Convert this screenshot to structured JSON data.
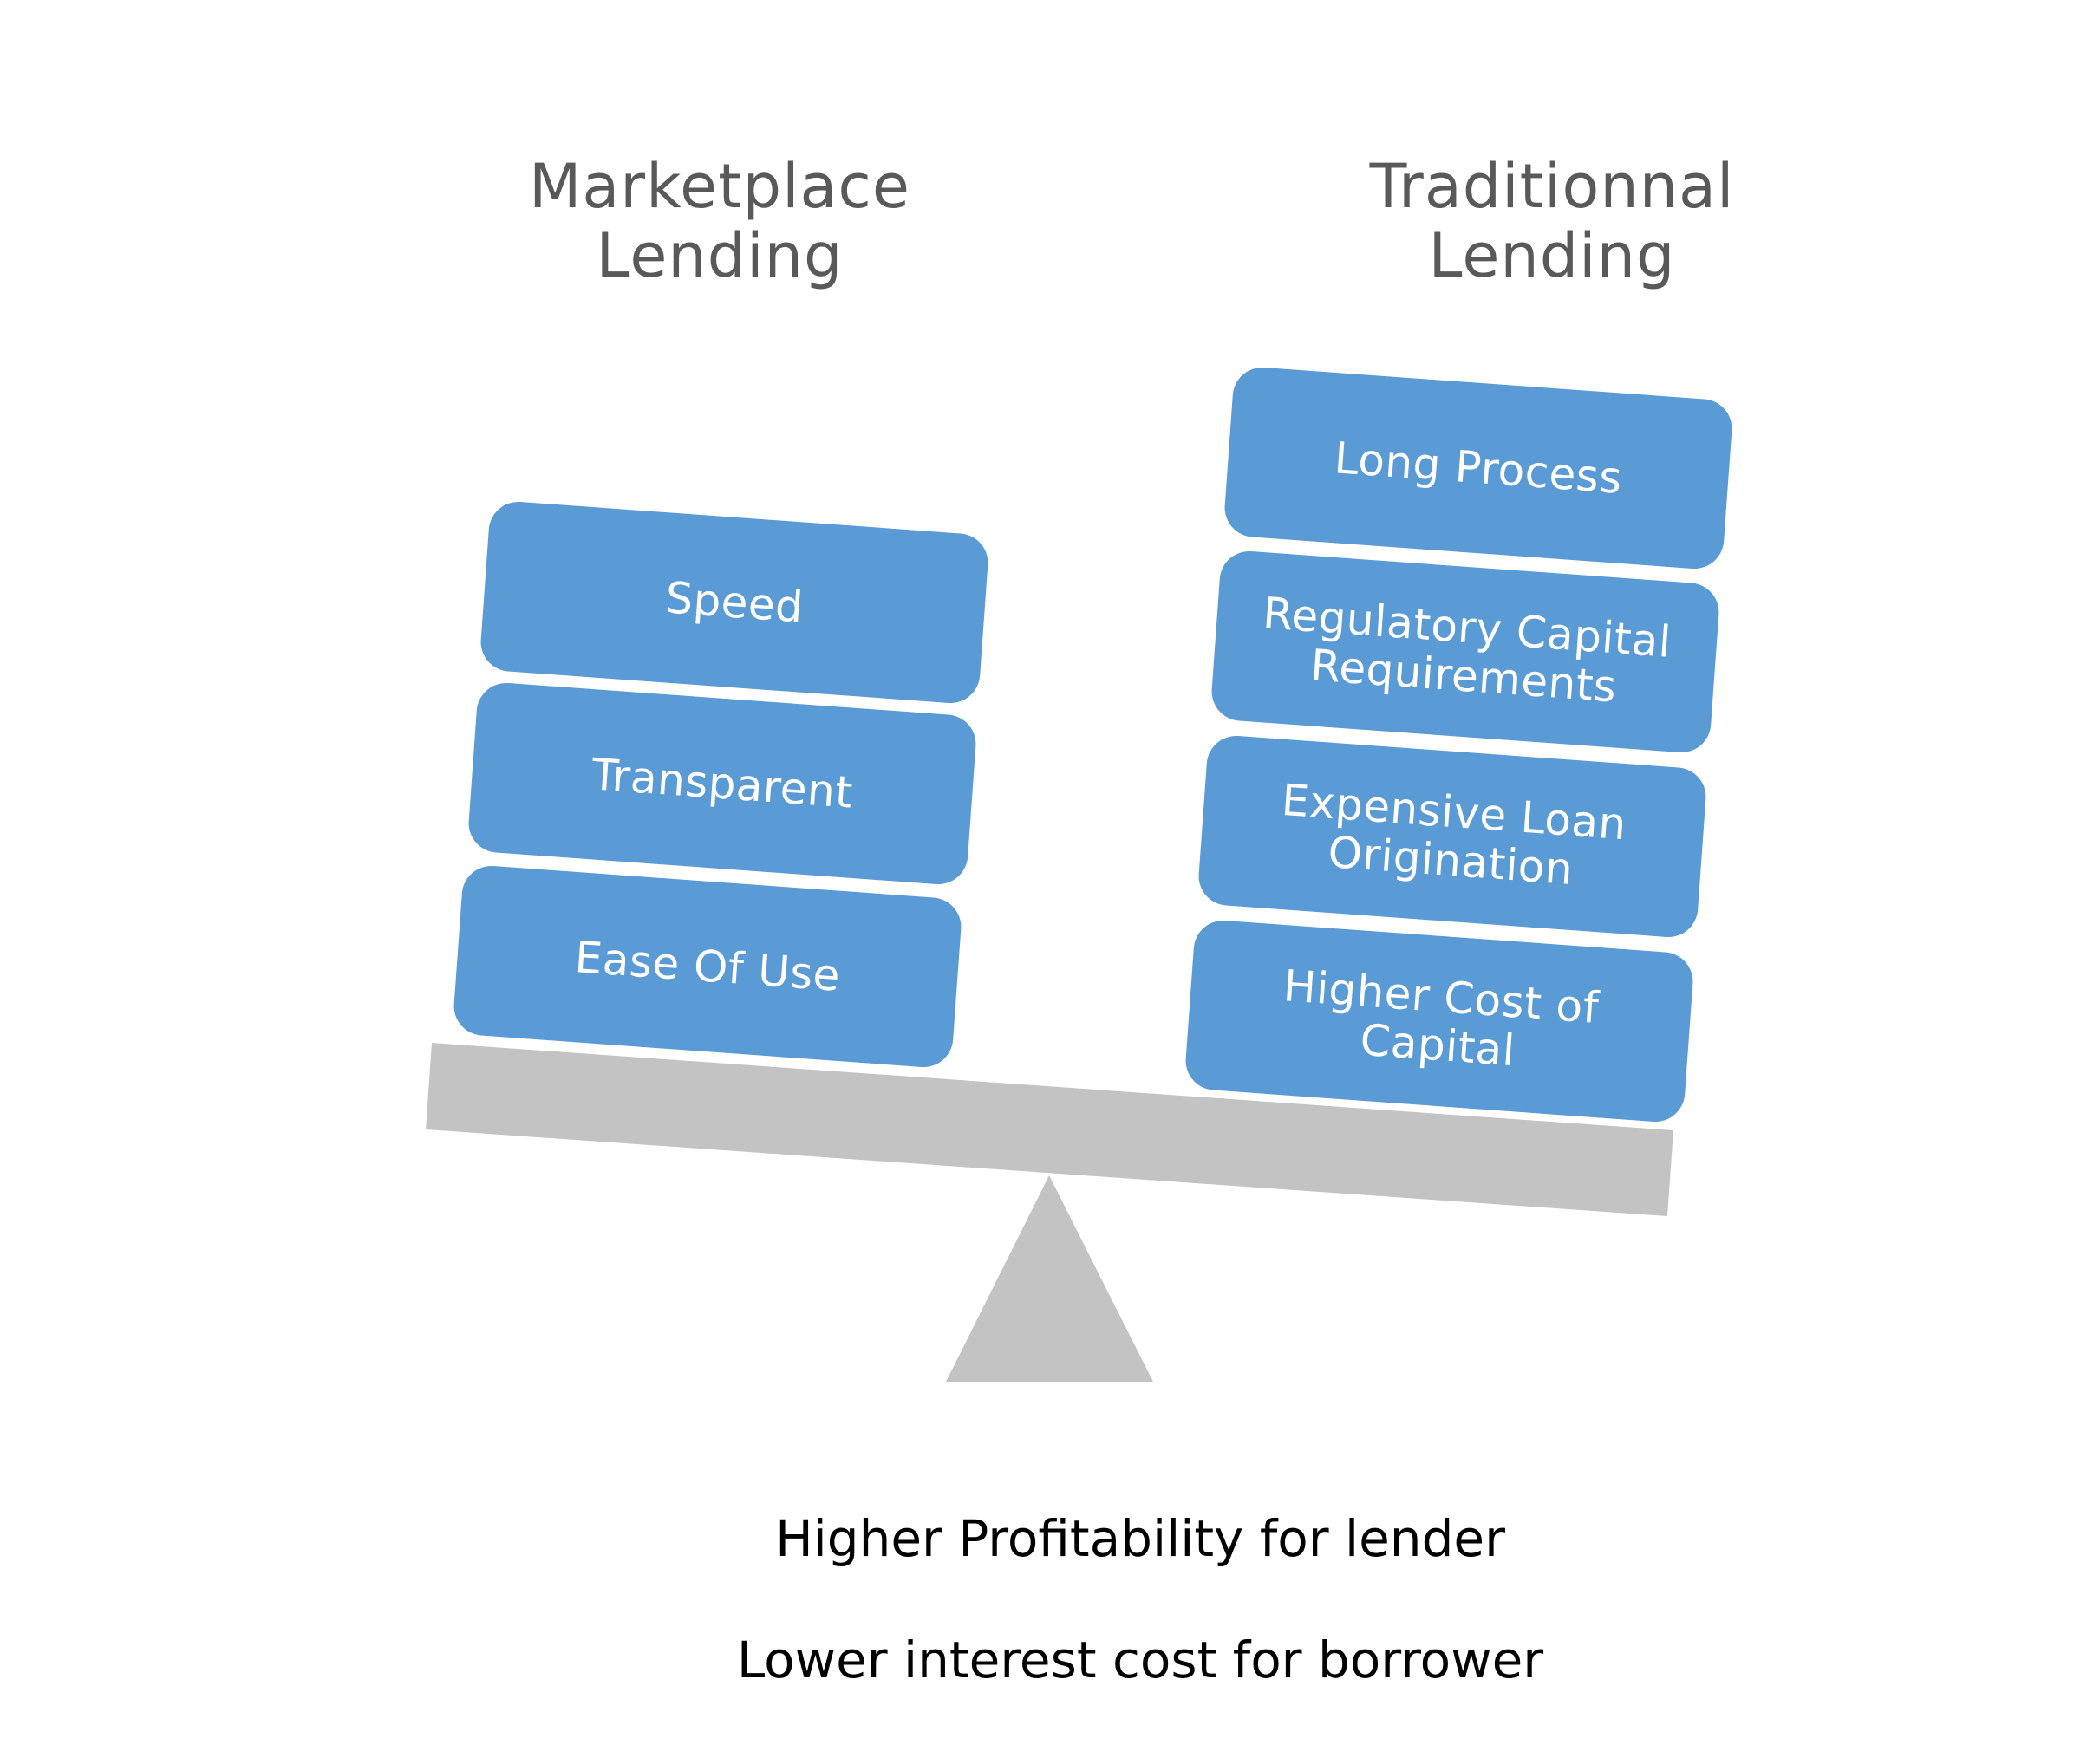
{
  "left_column": {
    "heading": "Marketplace\nLending",
    "items": [
      "Speed",
      "Transparent",
      "Ease Of Use"
    ]
  },
  "right_column": {
    "heading": "Traditionnal\nLending",
    "items": [
      "Long Process",
      "Regulatory Capital\nRequirements",
      "Expensive Loan\nOrigination",
      "Higher Cost of\nCapital"
    ]
  },
  "caption": {
    "line1": "Higher Profitability for lender",
    "line2": "Lower interest cost for borrower"
  },
  "colors": {
    "box_fill": "#5b9bd5",
    "box_text": "#ffffff",
    "scale_gray": "#c3c3c3",
    "heading_text": "#595959",
    "caption_text": "#000000"
  }
}
